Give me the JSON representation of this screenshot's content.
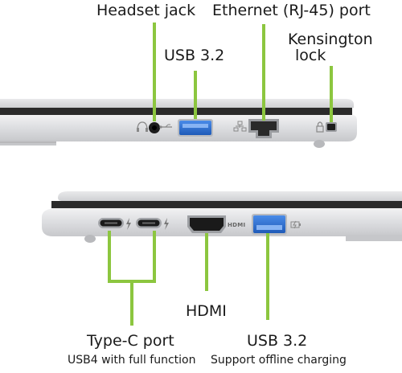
{
  "labels": {
    "headset_jack": "Headset jack",
    "ethernet_port": "Ethernet (RJ-45) port",
    "usb_top": "USB 3.2",
    "kensington_line1": "Kensington",
    "kensington_line2": "lock",
    "hdmi": "HDMI",
    "type_c": "Type-C port",
    "type_c_sub": "USB4 with full function",
    "usb_bottom": "USB 3.2",
    "usb_bottom_sub": "Support offline charging",
    "hdmi_logo": "HDMI"
  },
  "colors": {
    "leader_line": "#8cc63f",
    "usb_blue": "#2f6fd0",
    "chassis": "#d9dadc",
    "chassis_dark": "#2b2b2b"
  },
  "icons": {
    "headset": "headset-icon",
    "usb": "usb-symbol-icon",
    "ethernet": "network-icon",
    "lock": "lock-icon",
    "thunderbolt": "thunderbolt-icon",
    "charging": "battery-charge-icon"
  }
}
